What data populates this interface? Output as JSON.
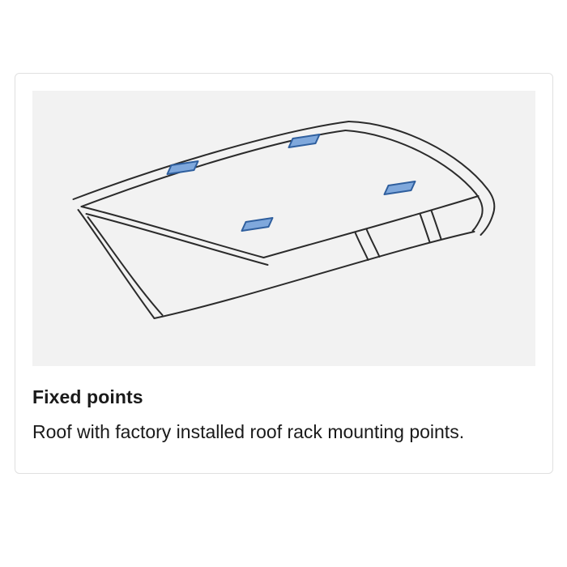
{
  "card": {
    "heading": "Fixed points",
    "description": "Roof with factory installed roof rack mounting points."
  },
  "illustration": {
    "name": "car-roof-with-fixed-mounting-points",
    "marker_name": "fixed-point-marker",
    "marker_count": 4
  },
  "theme": {
    "line_color": "#2b2b2b",
    "pad_fill": "#7fa8dc",
    "pad_stroke": "#2f5f9e",
    "diagram_bg": "#f2f2f2",
    "card_border": "#e0e0e0",
    "text_color": "#1a1a1a"
  }
}
